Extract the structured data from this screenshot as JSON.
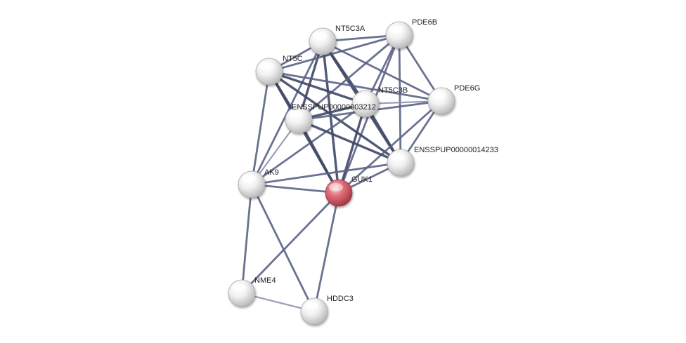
{
  "graph": {
    "query_node": "GUK1",
    "colors": {
      "node_default": "#e6e6e6",
      "node_query": "#d0606a",
      "edge_strong": "#3e4766",
      "edge_medium": "#5a6385",
      "edge_weak": "#8d94b0",
      "label": "#222222"
    },
    "nodes": [
      {
        "id": "NT5C3A",
        "label": "NT5C3A",
        "query": false
      },
      {
        "id": "PDE6B",
        "label": "PDE6B",
        "query": false
      },
      {
        "id": "NT5C",
        "label": "NT5C",
        "query": false
      },
      {
        "id": "NT5C3B",
        "label": "NT5C3B",
        "query": false
      },
      {
        "id": "PDE6G",
        "label": "PDE6G",
        "query": false
      },
      {
        "id": "ENSSPUP00000003212",
        "label": "ENSSPUP00000003212",
        "query": false
      },
      {
        "id": "ENSSPUP00000014233",
        "label": "ENSSPUP00000014233",
        "query": false
      },
      {
        "id": "AK9",
        "label": "AK9",
        "query": false
      },
      {
        "id": "GUK1",
        "label": "GUK1",
        "query": true
      },
      {
        "id": "NME4",
        "label": "NME4",
        "query": false
      },
      {
        "id": "HDDC3",
        "label": "HDDC3",
        "query": false
      }
    ],
    "edges": [
      {
        "source": "NT5C3A",
        "target": "PDE6B",
        "strength": "medium"
      },
      {
        "source": "NT5C3A",
        "target": "NT5C",
        "strength": "medium"
      },
      {
        "source": "NT5C3A",
        "target": "NT5C3B",
        "strength": "strong"
      },
      {
        "source": "NT5C3A",
        "target": "PDE6G",
        "strength": "medium"
      },
      {
        "source": "NT5C3A",
        "target": "ENSSPUP00000003212",
        "strength": "strong"
      },
      {
        "source": "NT5C3A",
        "target": "ENSSPUP00000014233",
        "strength": "strong"
      },
      {
        "source": "NT5C3A",
        "target": "GUK1",
        "strength": "strong"
      },
      {
        "source": "NT5C3A",
        "target": "AK9",
        "strength": "medium"
      },
      {
        "source": "PDE6B",
        "target": "NT5C",
        "strength": "medium"
      },
      {
        "source": "PDE6B",
        "target": "NT5C3B",
        "strength": "medium"
      },
      {
        "source": "PDE6B",
        "target": "PDE6G",
        "strength": "medium"
      },
      {
        "source": "PDE6B",
        "target": "ENSSPUP00000003212",
        "strength": "medium"
      },
      {
        "source": "PDE6B",
        "target": "ENSSPUP00000014233",
        "strength": "medium"
      },
      {
        "source": "PDE6B",
        "target": "GUK1",
        "strength": "medium"
      },
      {
        "source": "NT5C",
        "target": "NT5C3B",
        "strength": "strong"
      },
      {
        "source": "NT5C",
        "target": "PDE6G",
        "strength": "medium"
      },
      {
        "source": "NT5C",
        "target": "ENSSPUP00000003212",
        "strength": "strong"
      },
      {
        "source": "NT5C",
        "target": "ENSSPUP00000014233",
        "strength": "strong"
      },
      {
        "source": "NT5C",
        "target": "GUK1",
        "strength": "strong"
      },
      {
        "source": "NT5C",
        "target": "AK9",
        "strength": "medium"
      },
      {
        "source": "NT5C3B",
        "target": "PDE6G",
        "strength": "weak"
      },
      {
        "source": "NT5C3B",
        "target": "ENSSPUP00000003212",
        "strength": "strong"
      },
      {
        "source": "NT5C3B",
        "target": "ENSSPUP00000014233",
        "strength": "strong"
      },
      {
        "source": "NT5C3B",
        "target": "GUK1",
        "strength": "strong"
      },
      {
        "source": "NT5C3B",
        "target": "AK9",
        "strength": "medium"
      },
      {
        "source": "PDE6G",
        "target": "ENSSPUP00000003212",
        "strength": "medium"
      },
      {
        "source": "PDE6G",
        "target": "ENSSPUP00000014233",
        "strength": "medium"
      },
      {
        "source": "PDE6G",
        "target": "GUK1",
        "strength": "medium"
      },
      {
        "source": "ENSSPUP00000003212",
        "target": "ENSSPUP00000014233",
        "strength": "strong"
      },
      {
        "source": "ENSSPUP00000003212",
        "target": "GUK1",
        "strength": "strong"
      },
      {
        "source": "ENSSPUP00000003212",
        "target": "AK9",
        "strength": "weak"
      },
      {
        "source": "ENSSPUP00000014233",
        "target": "GUK1",
        "strength": "medium"
      },
      {
        "source": "ENSSPUP00000014233",
        "target": "AK9",
        "strength": "medium"
      },
      {
        "source": "AK9",
        "target": "GUK1",
        "strength": "medium"
      },
      {
        "source": "AK9",
        "target": "NME4",
        "strength": "medium"
      },
      {
        "source": "AK9",
        "target": "HDDC3",
        "strength": "medium"
      },
      {
        "source": "GUK1",
        "target": "NME4",
        "strength": "medium"
      },
      {
        "source": "GUK1",
        "target": "HDDC3",
        "strength": "medium"
      },
      {
        "source": "NME4",
        "target": "HDDC3",
        "strength": "weak"
      }
    ]
  }
}
